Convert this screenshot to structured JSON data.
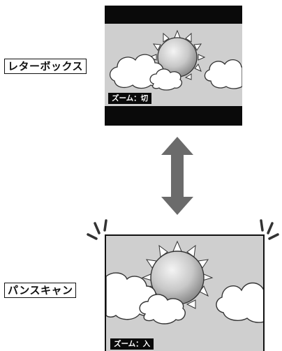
{
  "letterbox": {
    "label": "レターボックス",
    "zoom_text": "ズーム：切"
  },
  "panscan": {
    "label": "パンスキャン",
    "zoom_text": "ズーム：入"
  },
  "colors": {
    "bar": "#0a0a0a",
    "arrow": "#6b6b6b",
    "sky": "#cfcfcf",
    "cloud": "#ffffff"
  }
}
